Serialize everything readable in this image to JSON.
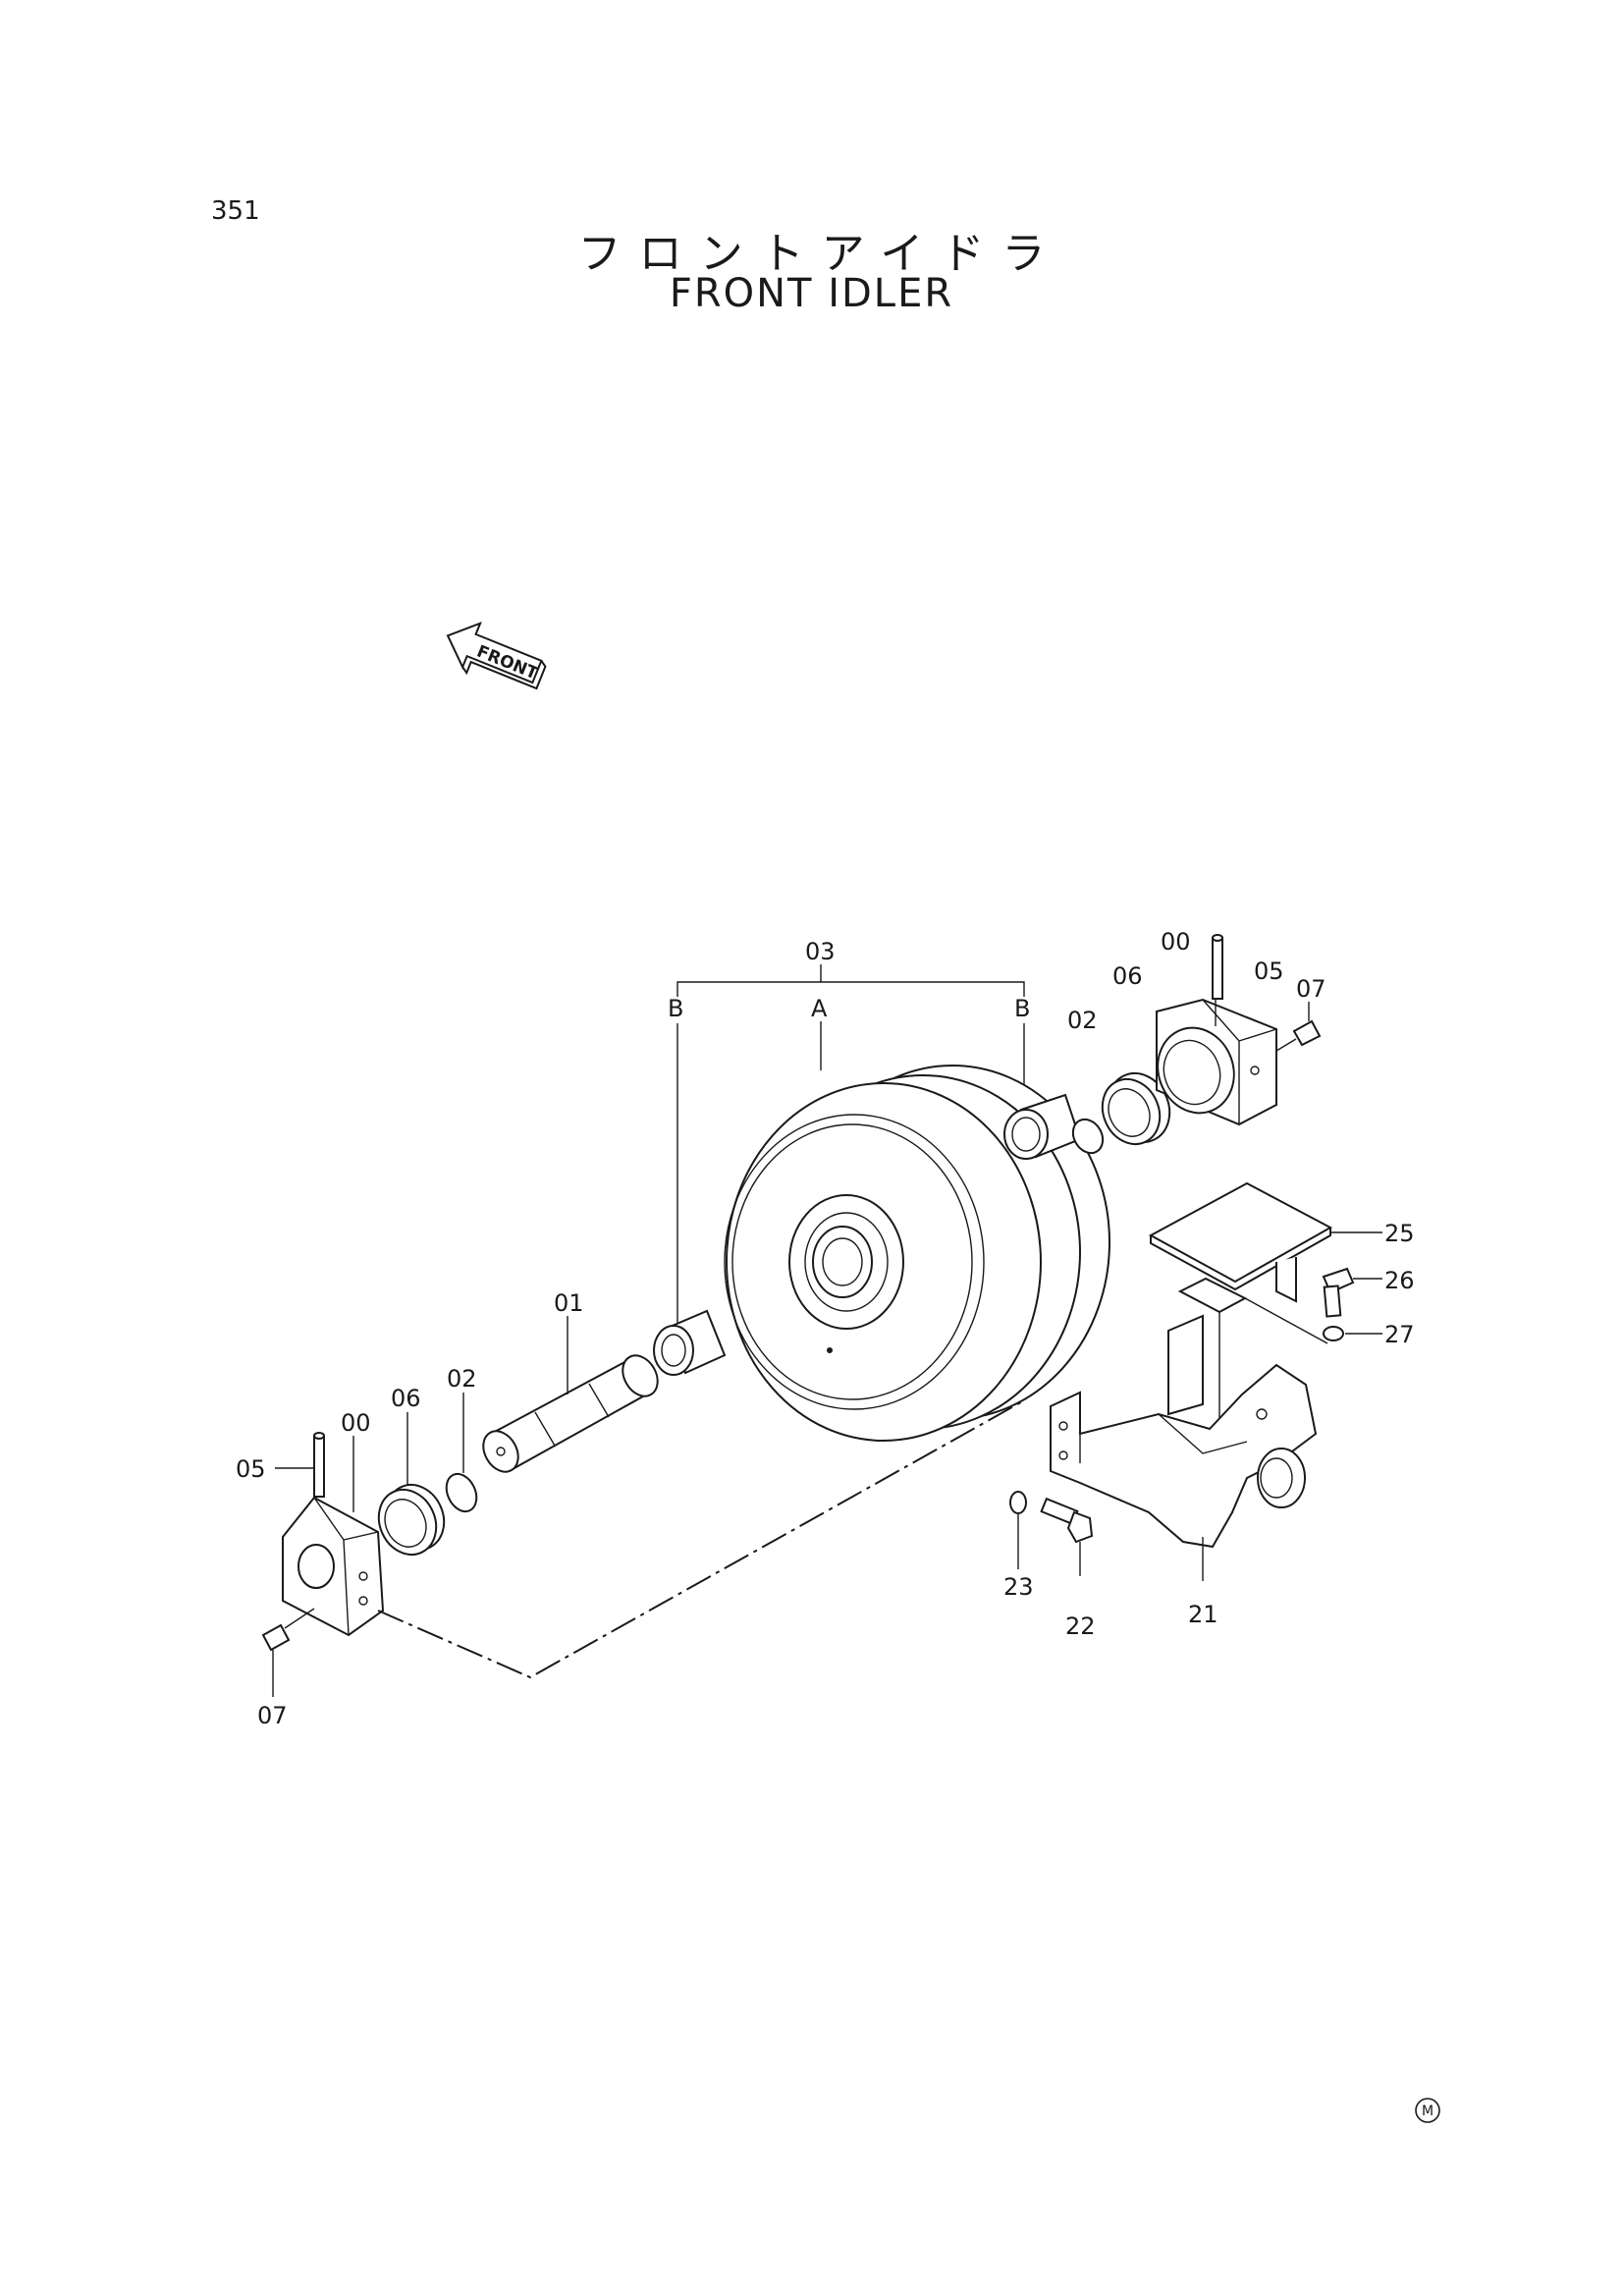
{
  "page": {
    "number": "351"
  },
  "title": {
    "japanese": "フロントアイドラ",
    "english": "FRONT  IDLER"
  },
  "direction_arrow": {
    "label": "FRONT"
  },
  "callouts": [
    {
      "id": "lbl-03",
      "text": "03"
    },
    {
      "id": "lbl-A",
      "text": "A"
    },
    {
      "id": "lbl-B-left",
      "text": "B"
    },
    {
      "id": "lbl-B-right",
      "text": "B"
    },
    {
      "id": "lbl-00-right",
      "text": "00"
    },
    {
      "id": "lbl-05-right",
      "text": "05"
    },
    {
      "id": "lbl-07-right",
      "text": "07"
    },
    {
      "id": "lbl-06-right",
      "text": "06"
    },
    {
      "id": "lbl-02-right",
      "text": "02"
    },
    {
      "id": "lbl-25",
      "text": "25"
    },
    {
      "id": "lbl-26",
      "text": "26"
    },
    {
      "id": "lbl-27",
      "text": "27"
    },
    {
      "id": "lbl-01",
      "text": "01"
    },
    {
      "id": "lbl-06-left",
      "text": "06"
    },
    {
      "id": "lbl-02-left",
      "text": "02"
    },
    {
      "id": "lbl-00-left",
      "text": "00"
    },
    {
      "id": "lbl-05-left",
      "text": "05"
    },
    {
      "id": "lbl-07-left",
      "text": "07"
    },
    {
      "id": "lbl-23",
      "text": "23"
    },
    {
      "id": "lbl-22",
      "text": "22"
    },
    {
      "id": "lbl-21",
      "text": "21"
    }
  ],
  "mark": {
    "symbol": "M"
  }
}
